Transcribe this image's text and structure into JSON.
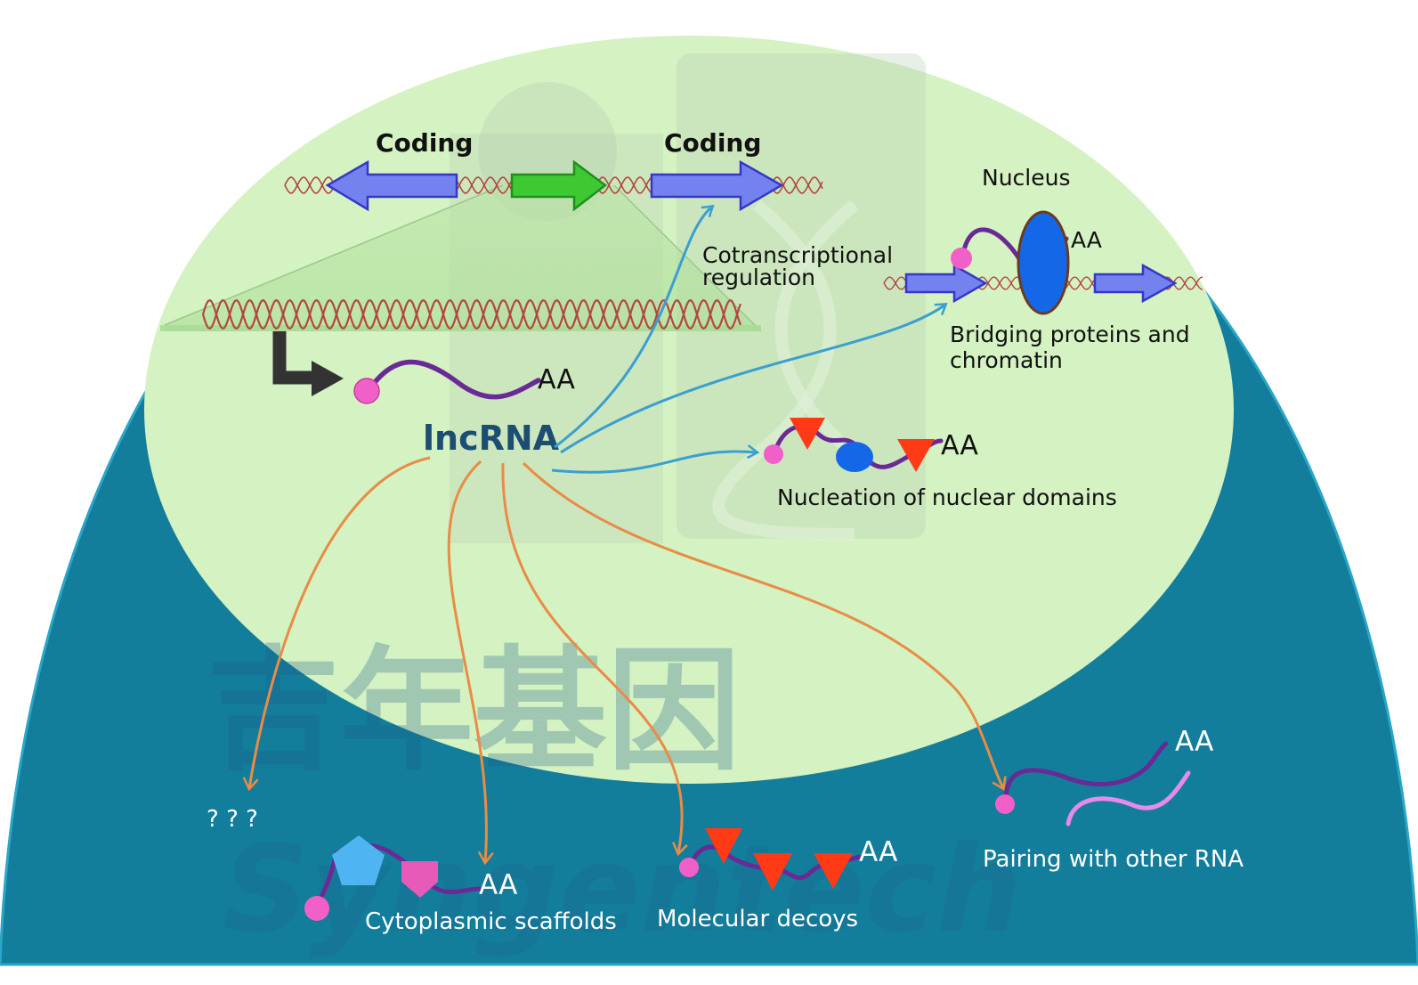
{
  "diagram": {
    "genome": {
      "coding_left": "Coding",
      "coding_right": "Coding"
    },
    "center_label": "lncRNA",
    "poly_a": "AA",
    "nuclear_functions": {
      "cotranscriptional": [
        "Cotranscriptional",
        "regulation"
      ],
      "nucleus": "Nucleus",
      "bridging": [
        "Bridging proteins and",
        "chromatin"
      ],
      "nucleation": "Nucleation of nuclear domains"
    },
    "cytoplasmic_functions": {
      "unknown": "? ? ?",
      "scaffolds": "Cytoplasmic scaffolds",
      "decoys": "Molecular decoys",
      "pairing": "Pairing with other RNA"
    },
    "watermark": {
      "chinese": "吉年基因",
      "latin": "Syngentech"
    },
    "colors": {
      "cytoplasm": "#137e9b",
      "nucleus": "#d4f2c2",
      "coding_arrow": "#7482f0",
      "lnc_arrow": "#3ec832",
      "dna": "#b4473f",
      "rna": "#6a2a96",
      "cap": "#f160c8",
      "protein_triangle": "#ff3a14",
      "protein_oval": "#1468e8",
      "nuclear_path": "#3b9fd0",
      "cytoplasmic_path": "#e88c46"
    }
  }
}
